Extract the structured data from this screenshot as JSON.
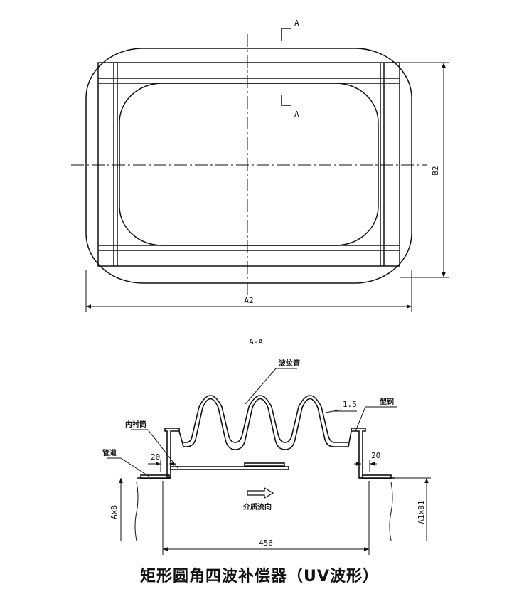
{
  "plan_view": {
    "section_mark": "A",
    "section_mark_lower": "A",
    "width_dim": "A2",
    "height_dim": "B2"
  },
  "section_view": {
    "title": "A-A",
    "bellows_label": "波纹管",
    "steel_label": "型钢",
    "liner_label": "内衬筒",
    "pipe_label": "管道",
    "thickness_dim": "1.5",
    "left_gap_dim": "20",
    "right_gap_dim": "20",
    "flow_label": "介质流向",
    "length_dim": "456",
    "left_size_dim": "AxB",
    "right_size_dim": "A1xB1"
  },
  "caption": "矩形圆角四波补偿器（UV波形）"
}
